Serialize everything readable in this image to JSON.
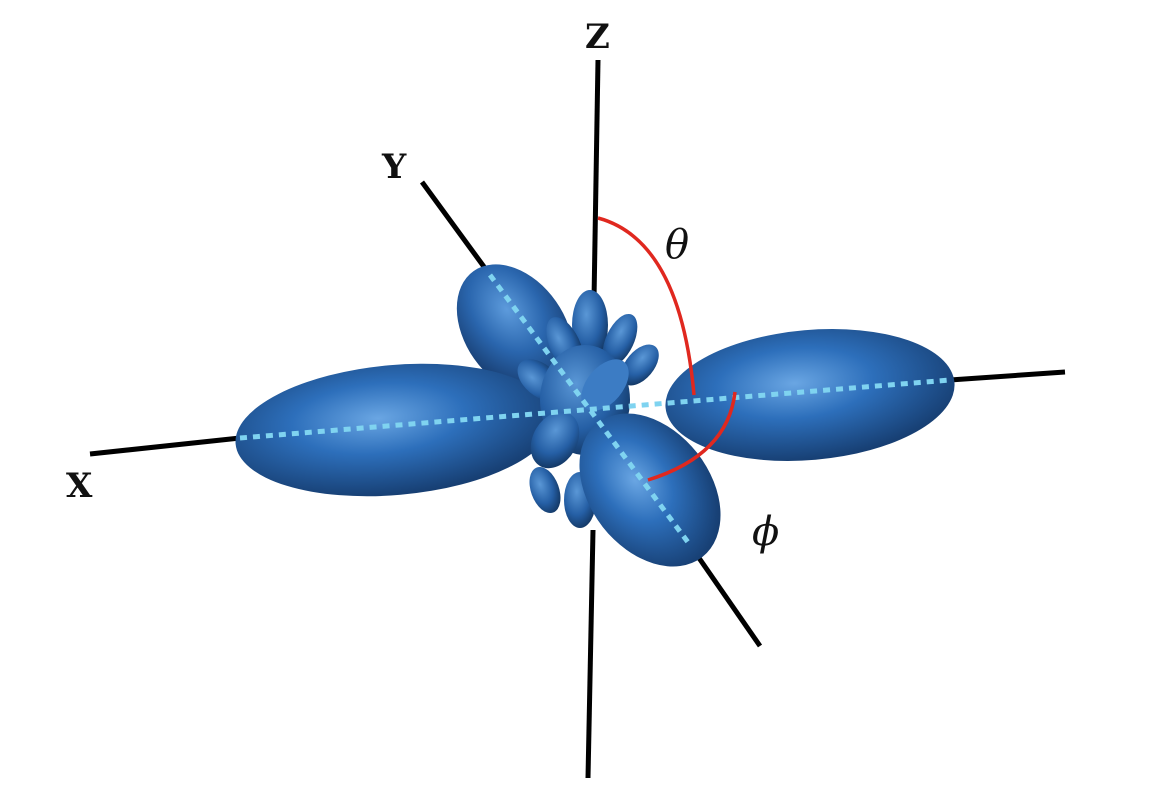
{
  "axes": {
    "x_label": "X",
    "y_label": "Y",
    "z_label": "Z"
  },
  "angles": {
    "theta_label": "θ",
    "phi_label": "ϕ"
  },
  "colors": {
    "lobe": "#2a6ab5",
    "lobe_dark": "#173f73",
    "lobe_light": "#5b98d8",
    "dashed_axis": "#7fd3f0",
    "angle_arc": "#e0281f",
    "axis_line": "#000000"
  }
}
